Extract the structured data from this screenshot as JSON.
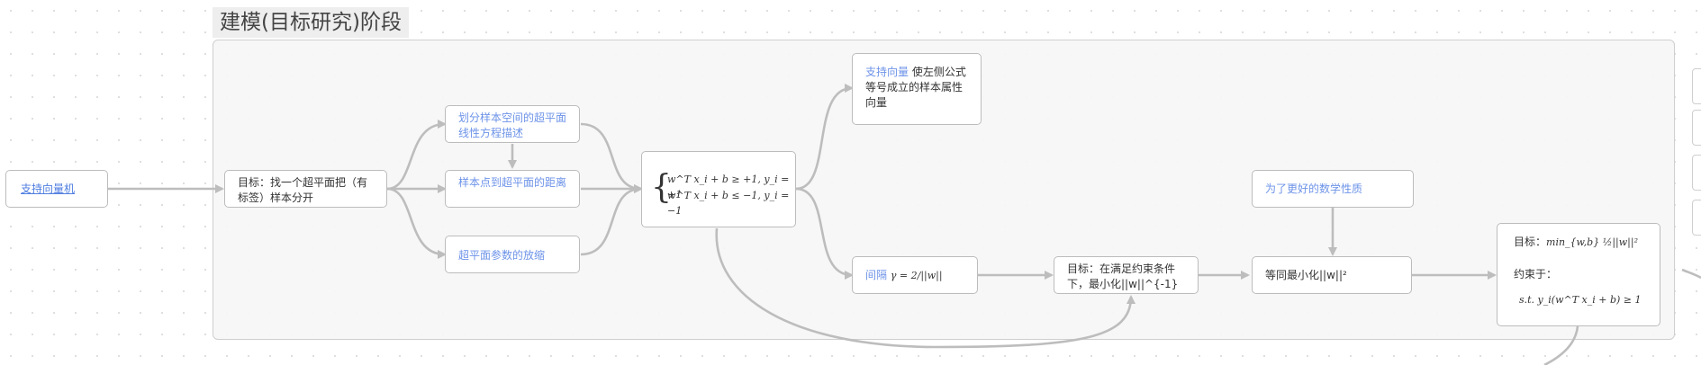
{
  "frame": {
    "title": "建模(目标研究)阶段"
  },
  "root": {
    "label": "支持向量机"
  },
  "goal": {
    "label": "目标：找一个超平面把（有标签）样本分开"
  },
  "branches": {
    "hyperplane": "划分样本空间的超平面线性方程描述",
    "distance": "样本点到超平面的距离",
    "scaling": "超平面参数的放缩"
  },
  "constraint": {
    "line1": "w^T x_i + b ≥ +1, y_i = +1",
    "line2": "w^T x_i + b ≤ −1, y_i = −1"
  },
  "support_vector": {
    "term": "支持向量",
    "desc": " 使左侧公式等号成立的样本属性向量"
  },
  "margin": {
    "term": "间隔",
    "formula": "γ = 2/||w||"
  },
  "goal2": {
    "label": "目标：在满足约束条件下，最小化||w||^{-1}"
  },
  "better_math": {
    "label": "为了更好的数学性质"
  },
  "equiv": {
    "label": "等同最小化||w||²"
  },
  "final": {
    "goal_label": "目标：",
    "goal_formula": "min_{w,b} ½||w||²",
    "subject_label": "约束于：",
    "subject_formula": "s.t. y_i(w^T x_i + b) ≥ 1"
  },
  "colors": {
    "accent": "#6d93e8",
    "link": "#4f7ee0",
    "connector": "#bdbdbd",
    "frame_border": "#cfcfcf"
  }
}
